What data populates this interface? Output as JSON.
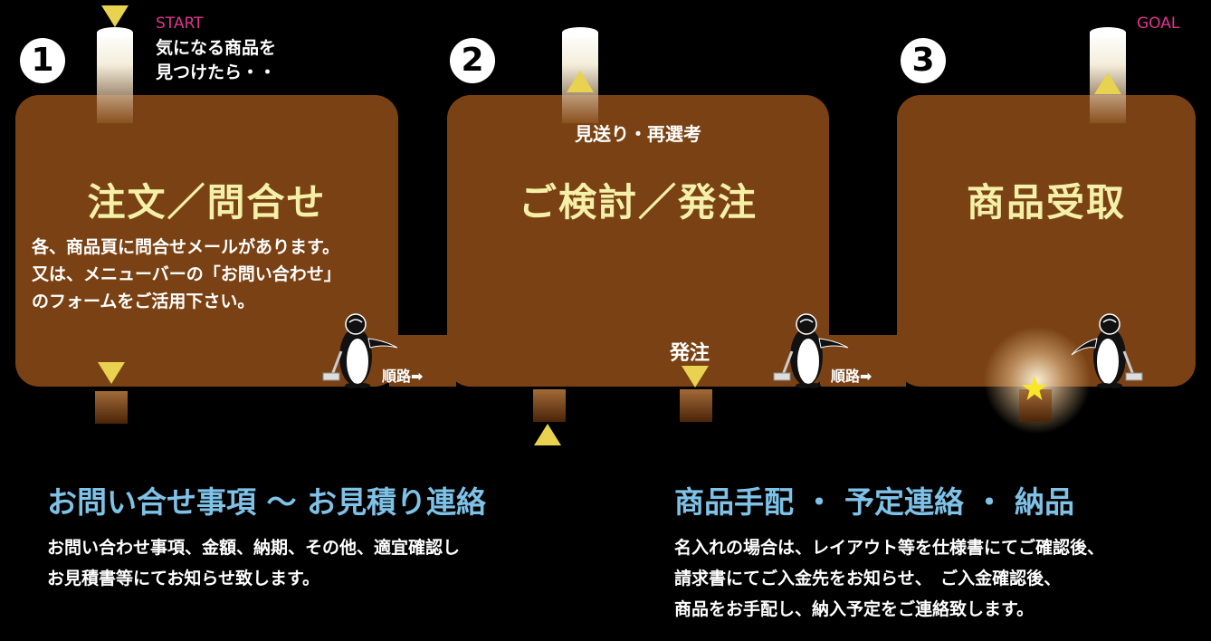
{
  "flow": {
    "start_label": "START",
    "goal_label": "GOAL",
    "intro_lines": [
      "気になる商品を",
      "見つけたら・・"
    ],
    "steps": [
      {
        "number": "1",
        "title": "注文／問合せ",
        "description_lines": [
          "各、商品頁に問合せメールがあります。",
          "又は、メニューバーの「お問い合わせ」",
          "のフォームをご活用下さい。"
        ],
        "route_label": "順路➡"
      },
      {
        "number": "2",
        "title": "ご検討／発注",
        "top_note": "見送り・再選考",
        "order_label": "発注",
        "route_label": "順路➡"
      },
      {
        "number": "3",
        "title": "商品受取"
      }
    ]
  },
  "sections": [
    {
      "heading": "お問い合せ事項 ～ お見積り連絡",
      "lines": [
        "お問い合わせ事項、金額、納期、その他、適宜確認し",
        "お見積書等にてお知らせ致します。"
      ]
    },
    {
      "heading": "商品手配 ・ 予定連絡 ・ 納品",
      "lines": [
        "名入れの場合は、レイアウト等を仕様書にてご確認後、",
        "請求書にてご入金先をお知らせ、　ご入金確認後、",
        "商品をお手配し、納入予定をご連絡致します。"
      ]
    }
  ],
  "colors": {
    "panel": "#7a4214",
    "title": "#f5f0a8",
    "accent_pink": "#e2338e",
    "heading_blue": "#7ec2e8",
    "arrow_yellow": "#e8d24f"
  },
  "icons": [
    "penguin-icon",
    "hammer-icon",
    "star-icon",
    "triangle-down-icon",
    "triangle-up-icon"
  ]
}
